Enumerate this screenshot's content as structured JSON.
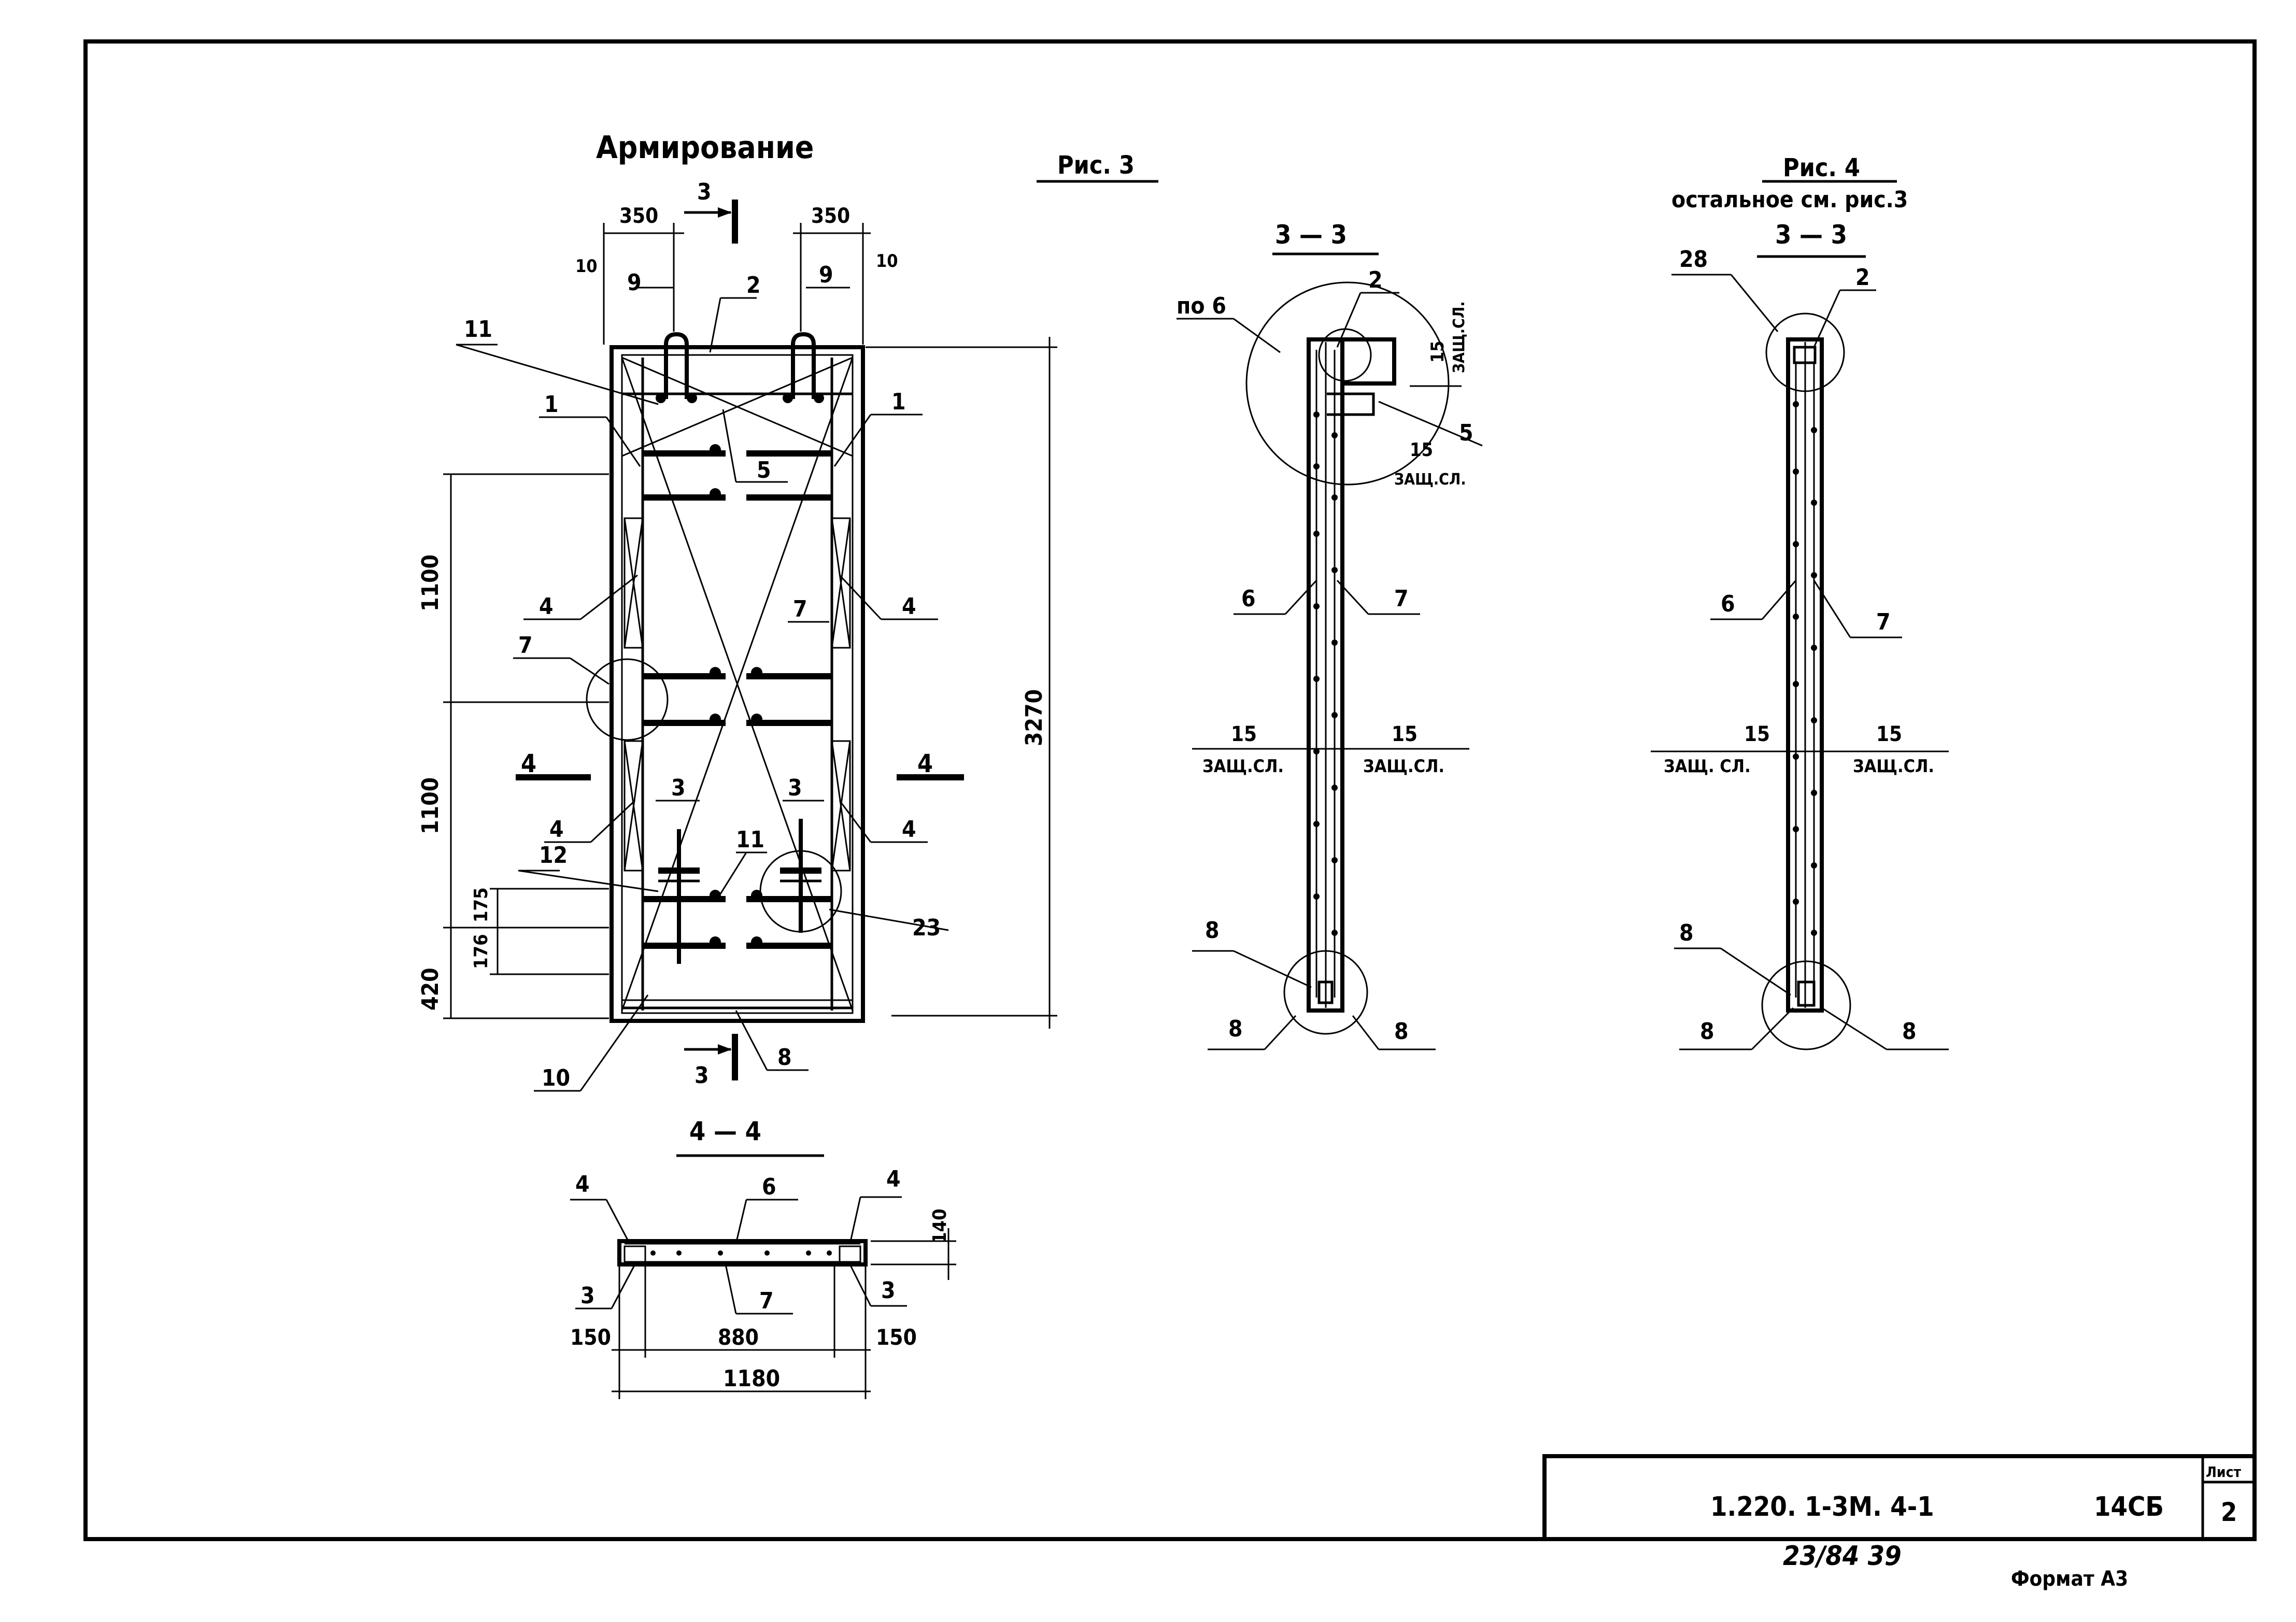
{
  "fig3": {
    "title": "Армирование",
    "caption": "Рис. 3",
    "dims": {
      "top_left": "350",
      "top_right": "350",
      "edge_left": "10",
      "edge_right": "10",
      "height_total": "3270",
      "seg_a": "1100",
      "seg_b": "1100",
      "seg_c": "175",
      "seg_d": "176",
      "seg_e": "420"
    },
    "positions": {
      "p1l": "1",
      "p1r": "1",
      "p2": "2",
      "p3l": "3",
      "p3r": "3",
      "p4a": "4",
      "p4b": "4",
      "p4c": "4",
      "p4d": "4",
      "p5": "5",
      "p7l": "7",
      "p7r": "7",
      "p8": "8",
      "p9l": "9",
      "p9r": "9",
      "p10": "10",
      "p11a": "11",
      "p11b": "11",
      "p12": "12",
      "p23": "23"
    },
    "cut_33_top": "3",
    "cut_33_bottom": "3",
    "cut_44_left": "4",
    "cut_44_right": "4"
  },
  "sec33": {
    "title": "3 — 3",
    "detail": "по 6",
    "pos2": "2",
    "pos5": "5",
    "pos6": "6",
    "pos7": "7",
    "pos8a": "8",
    "pos8b": "8",
    "pos8c": "8",
    "cover_top1": "15",
    "cover_top1_label": "ЗАЩ.СЛ.",
    "cover_top2": "15",
    "cover_top2_label": "ЗАЩ.СЛ.",
    "cover_l": "15",
    "cover_l_label": "ЗАЩ.СЛ.",
    "cover_r": "15",
    "cover_r_label": "ЗАЩ.СЛ."
  },
  "fig4": {
    "caption": "Рис. 4",
    "note": "остальное см. рис.3",
    "title": "3 — 3",
    "pos28": "28",
    "pos2": "2",
    "pos6": "6",
    "pos7": "7",
    "pos8a": "8",
    "pos8b": "8",
    "pos8c": "8",
    "cover_l": "15",
    "cover_l_label": "ЗАЩ. СЛ.",
    "cover_r": "15",
    "cover_r_label": "ЗАЩ.СЛ."
  },
  "sec44": {
    "title": "4 — 4",
    "pos4l": "4",
    "pos4r": "4",
    "pos6": "6",
    "pos7": "7",
    "pos3l": "3",
    "pos3r": "3",
    "dim_h": "140",
    "dim_l": "150",
    "dim_m": "880",
    "dim_r": "150",
    "dim_total": "1180"
  },
  "titleblock": {
    "code": "1.220. 1-3М.   4-1",
    "mark": "14СБ",
    "sheet_label": "Лист",
    "sheet_no": "2"
  },
  "footer": {
    "handwritten": "23/84   39",
    "format": "Формат А3"
  }
}
